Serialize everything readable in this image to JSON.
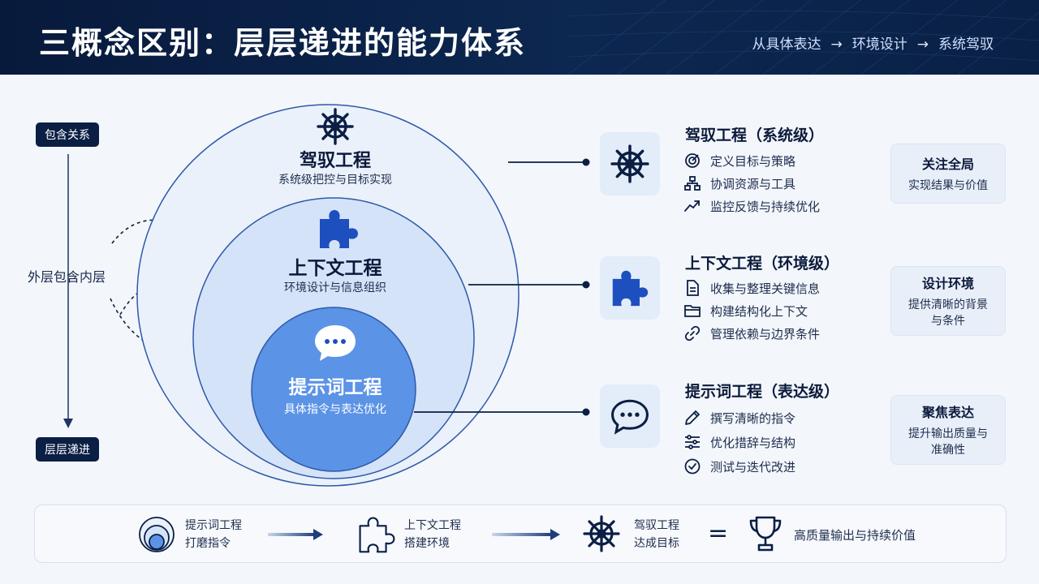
{
  "header": {
    "title": "三概念区别：层层递进的能力体系",
    "flow": [
      "从具体表达",
      "环境设计",
      "系统驾驭"
    ],
    "arrow": "→"
  },
  "left_axis": {
    "top_tag": "包含关系",
    "middle_label": "外层包含内层",
    "bottom_tag": "层层递进"
  },
  "circles": {
    "outer": {
      "title": "驾驭工程",
      "subtitle": "系统级把控与目标实现"
    },
    "middle": {
      "title": "上下文工程",
      "subtitle": "环境设计与信息组织"
    },
    "inner": {
      "title": "提示词工程",
      "subtitle": "具体指令与表达优化"
    }
  },
  "sections": [
    {
      "title": "驾驭工程",
      "level": "（系统级）",
      "icon": "ship-wheel-icon",
      "items": [
        {
          "icon": "target-icon",
          "label": "定义目标与策略"
        },
        {
          "icon": "hierarchy-icon",
          "label": "协调资源与工具"
        },
        {
          "icon": "trend-up-icon",
          "label": "监控反馈与持续优化"
        }
      ],
      "card": {
        "title": "关注全局",
        "body": "实现结果与价值"
      }
    },
    {
      "title": "上下文工程",
      "level": "（环境级）",
      "icon": "puzzle-icon",
      "items": [
        {
          "icon": "document-icon",
          "label": "收集与整理关键信息"
        },
        {
          "icon": "folder-icon",
          "label": "构建结构化上下文"
        },
        {
          "icon": "link-icon",
          "label": "管理依赖与边界条件"
        }
      ],
      "card": {
        "title": "设计环境",
        "body": "提供清晰的背景与条件"
      }
    },
    {
      "title": "提示词工程",
      "level": "（表达级）",
      "icon": "chat-bubble-icon",
      "items": [
        {
          "icon": "pen-icon",
          "label": "撰写清晰的指令"
        },
        {
          "icon": "sliders-icon",
          "label": "优化措辞与结构"
        },
        {
          "icon": "check-circle-icon",
          "label": "测试与迭代改进"
        }
      ],
      "card": {
        "title": "聚焦表达",
        "body": "提升输出质量与准确性"
      }
    }
  ],
  "bottom_flow": {
    "steps": [
      {
        "icon": "nested-circles-icon",
        "line1": "提示词工程",
        "line2": "打磨指令"
      },
      {
        "icon": "puzzle-outline-icon",
        "line1": "上下文工程",
        "line2": "搭建环境"
      },
      {
        "icon": "ship-wheel-icon",
        "line1": "驾驭工程",
        "line2": "达成目标"
      }
    ],
    "equals": "=",
    "result": {
      "icon": "trophy-icon",
      "label": "高质量输出与持续价值"
    }
  },
  "colors": {
    "header_bg": "#0a2146",
    "navy": "#0b1f44",
    "accent_blue": "#1e4fbf",
    "inner_circle": "#5b93e6",
    "middle_circle": "#d4e3f8",
    "outer_circle": "#eaf1fb"
  }
}
